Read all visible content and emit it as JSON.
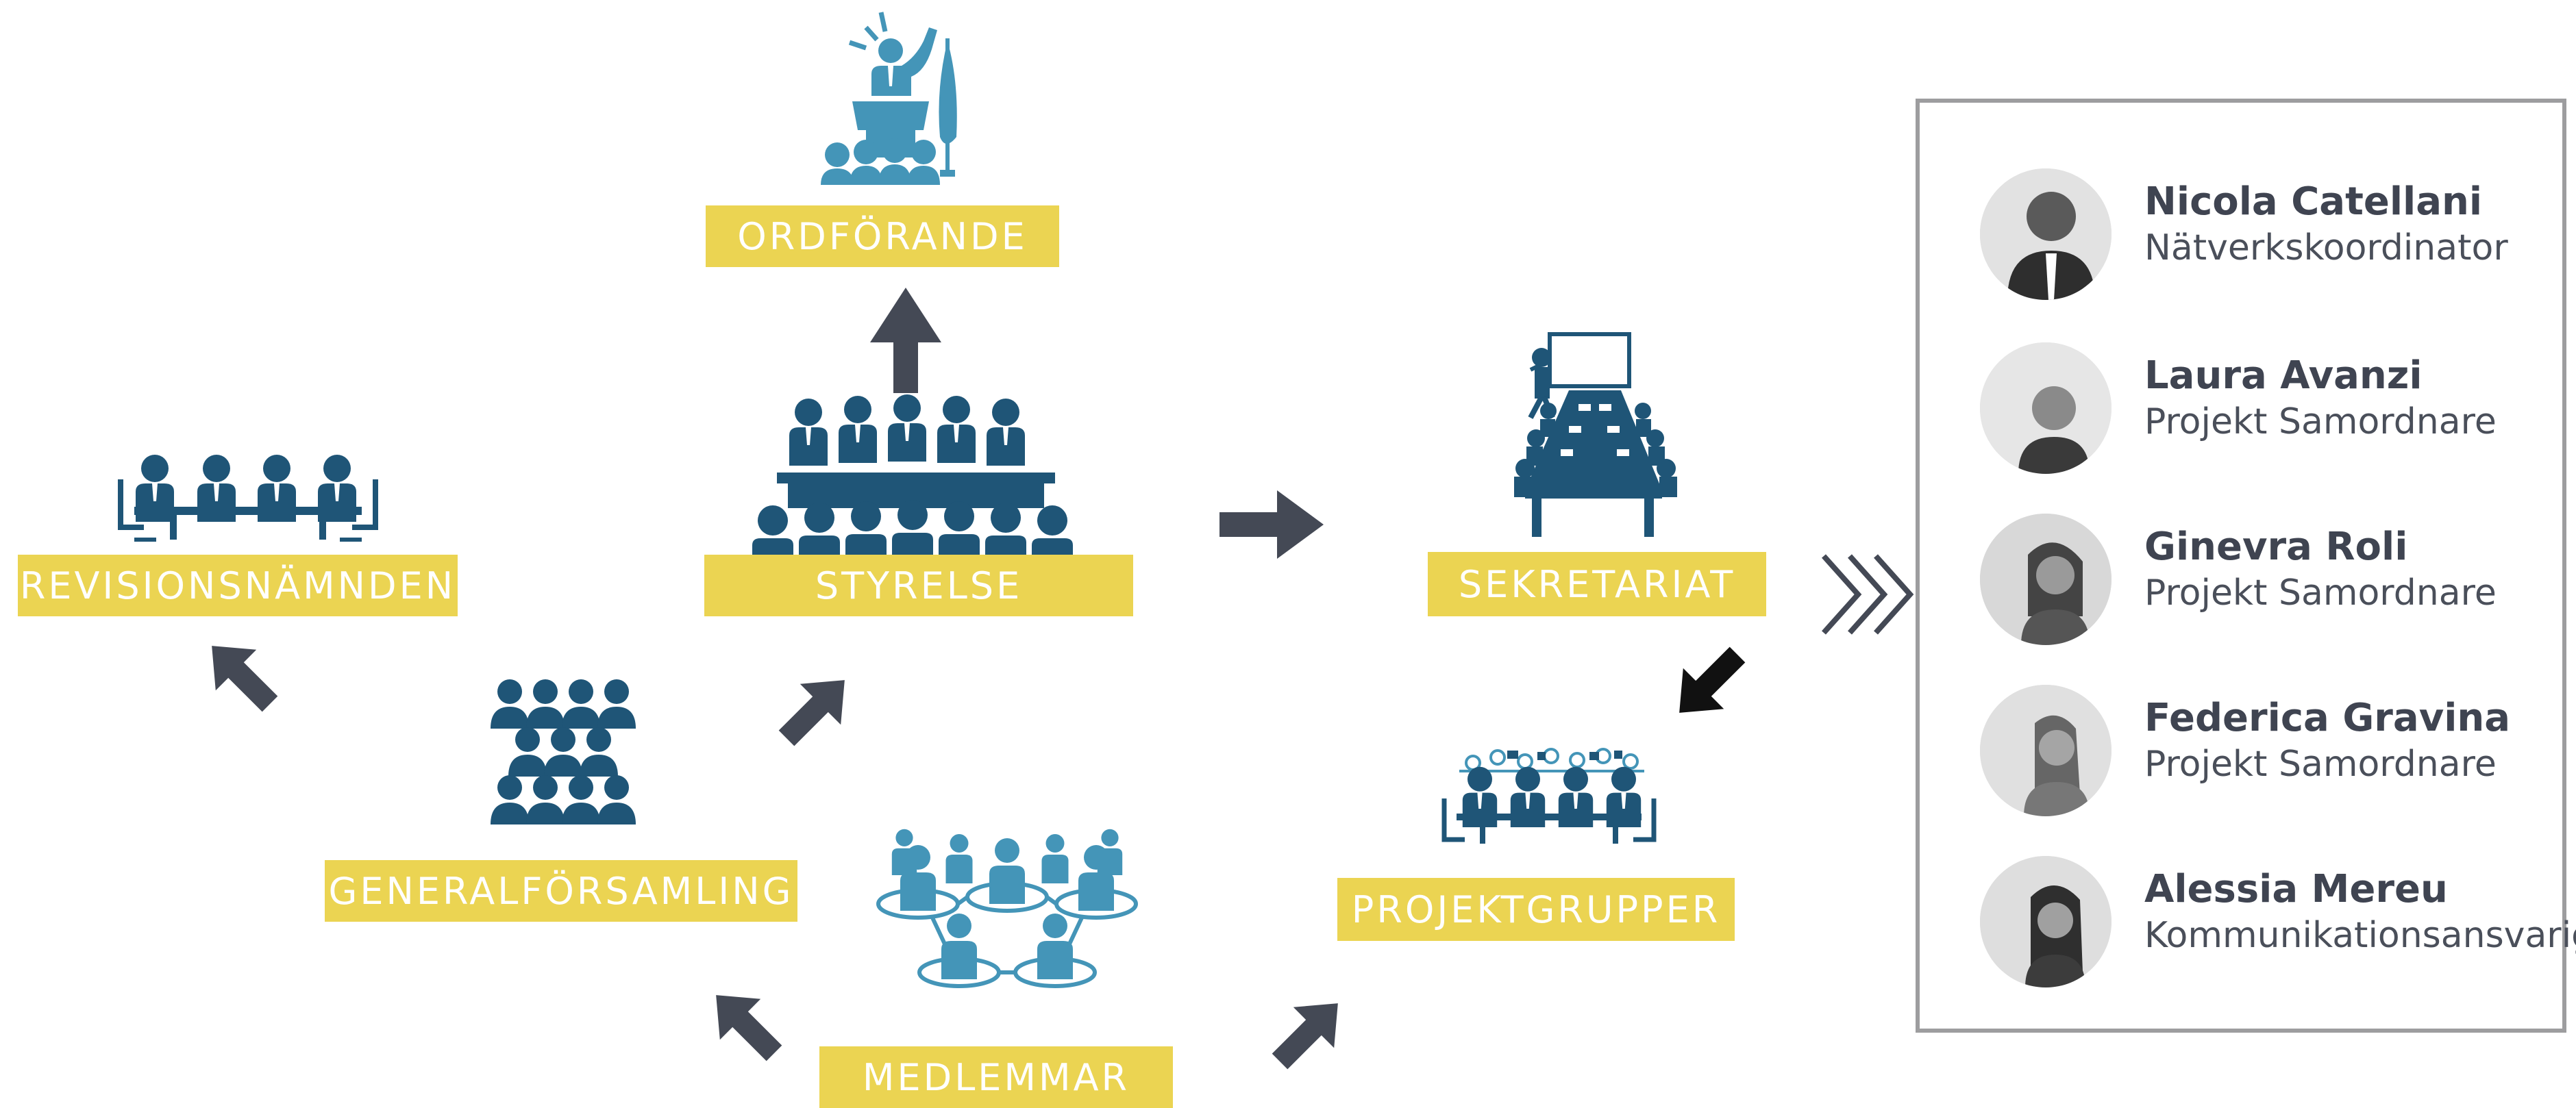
{
  "colors": {
    "label_bg": "#ebd452",
    "label_text": "#ffffff",
    "icon_dark": "#1f5577",
    "icon_light": "#4495b8",
    "arrow": "#444955",
    "arrow_black": "#111111",
    "panel_border": "#9d9d9f",
    "name_text": "#3f4451"
  },
  "nodes": {
    "ordforande": {
      "label": "ORDFÖRANDE",
      "icon": "speaker-podium-icon"
    },
    "styrelse": {
      "label": "STYRELSE",
      "icon": "board-meeting-icon"
    },
    "revisionsnamnden": {
      "label": "REVISIONSNÄMNDEN",
      "icon": "audit-table-icon"
    },
    "generalforsamling": {
      "label": "GENERALFÖRSAMLING",
      "icon": "assembly-crowd-icon"
    },
    "medlemmar": {
      "label": "MEDLEMMAR",
      "icon": "member-network-icon"
    },
    "sekretariat": {
      "label": "SEKRETARIAT",
      "icon": "conference-room-icon"
    },
    "projektgrupper": {
      "label": "PROJEKTGRUPPER",
      "icon": "project-team-icon"
    }
  },
  "team": [
    {
      "name": "Nicola Catellani",
      "role": "Nätverkskoordinator"
    },
    {
      "name": "Laura Avanzi",
      "role": "Projekt Samordnare"
    },
    {
      "name": "Ginevra Roli",
      "role": "Projekt Samordnare"
    },
    {
      "name": "Federica Gravina",
      "role": "Projekt Samordnare"
    },
    {
      "name": "Alessia Mereu",
      "role": "Kommunikationsansvarig"
    }
  ]
}
